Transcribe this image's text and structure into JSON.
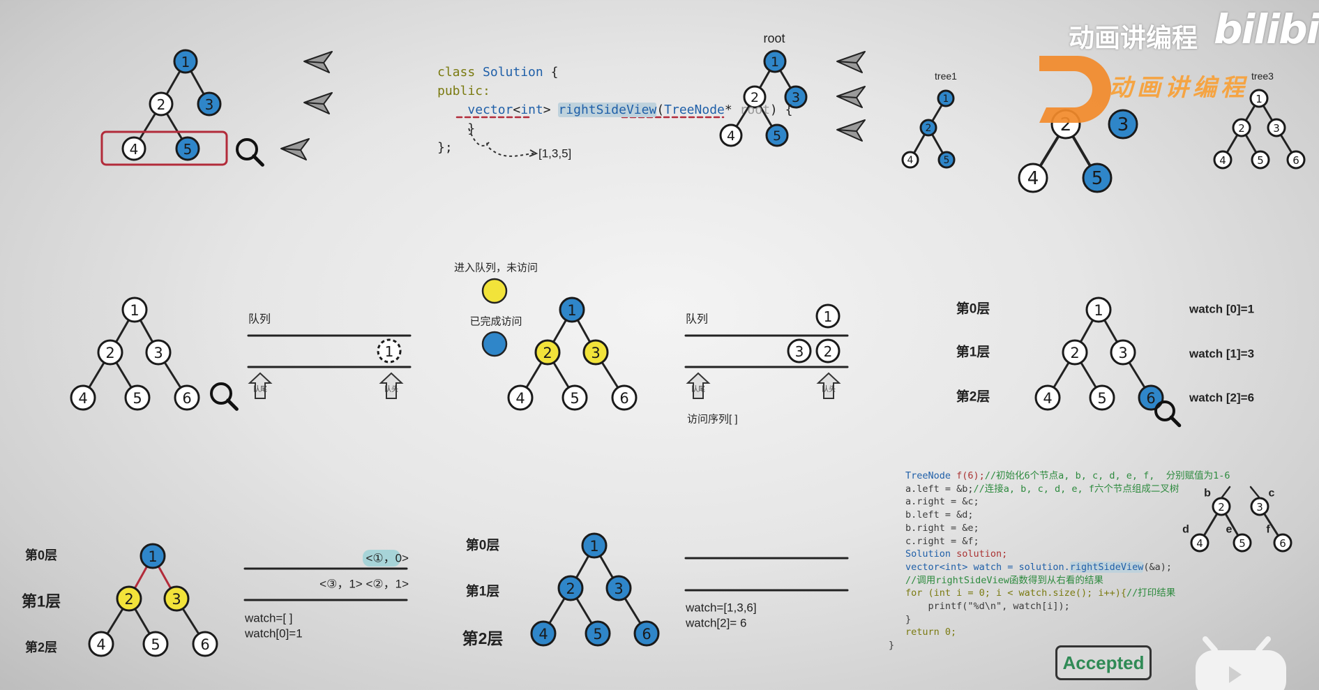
{
  "watermark": {
    "text": "动画讲编程",
    "logo": "bilibili",
    "logo_overlay": "动画讲编程"
  },
  "panel1": {
    "nodes": [
      "1",
      "3",
      "2",
      "4",
      "5"
    ],
    "icons": [
      "magnifier-icon",
      "paper-plane-icon"
    ]
  },
  "panel2": {
    "code": {
      "line1_kw": "class",
      "line1_name": "Solution",
      "line1_rest": " {",
      "line2": "public:",
      "line3_type": "vector",
      "line3_tpl_open": "<",
      "line3_tpl": "int",
      "line3_tpl_close": ">",
      "line3_fn": "rightSideView",
      "line3_paren": "(",
      "line3_ptype": "TreeNode",
      "line3_star": "*",
      "line3_param": " root",
      "line3_end": ") {",
      "line4": "}",
      "line5": "};"
    },
    "result": "[1,3,5]",
    "tree_label": "root",
    "tree_nodes": [
      "1",
      "2",
      "3",
      "4",
      "5"
    ]
  },
  "panel3": {
    "tree1_label": "tree1",
    "tree1_nodes": [
      "1",
      "2",
      "4",
      "5"
    ],
    "tree2_nodes": [
      "2",
      "3",
      "4",
      "5"
    ],
    "tree3_label": "tree3",
    "tree3_nodes": [
      "1",
      "2",
      "3",
      "4",
      "5",
      "6"
    ]
  },
  "panel4": {
    "nodes": [
      "1",
      "2",
      "3",
      "4",
      "5",
      "6"
    ],
    "queue_label": "队列",
    "queue_item": "1",
    "tail_label": "队尾",
    "head_label": "队头"
  },
  "panel5": {
    "legend_yellow": "进入队列，未访问",
    "legend_blue": "已完成访问",
    "nodes": [
      "1",
      "2",
      "3",
      "4",
      "5",
      "6"
    ]
  },
  "panel6": {
    "queue_label": "队列",
    "top_item": "1",
    "queue_items": [
      "3",
      "2"
    ],
    "visit_seq": "访问序列[ ]",
    "tail_label": "队尾",
    "head_label": "队头"
  },
  "panel7": {
    "levels": [
      "第0层",
      "第1层",
      "第2层"
    ],
    "nodes": [
      "1",
      "2",
      "3",
      "4",
      "5",
      "6"
    ],
    "watch": [
      "watch [0]=1",
      "watch [1]=3",
      "watch [2]=6"
    ]
  },
  "panel8": {
    "levels": [
      "第0层",
      "第1层",
      "第2层"
    ],
    "nodes": [
      "1",
      "2",
      "3",
      "4",
      "5",
      "6"
    ],
    "queue_top": "<①，0>",
    "queue_items": "<③，1> <②，1>",
    "watch_lines": [
      "watch=[ ]",
      "watch[0]=1"
    ]
  },
  "panel9": {
    "levels": [
      "第0层",
      "第1层",
      "第2层"
    ],
    "nodes": [
      "1",
      "2",
      "3",
      "4",
      "5",
      "6"
    ],
    "watch_lines": [
      "watch=[1,3,6]",
      "watch[2]= 6"
    ]
  },
  "panel10": {
    "code_lines": [
      {
        "a": "TreeNode ",
        "b": "f(6);",
        "c": "//初始化6个节点a, b, c, d, e, f,  分别赋值为1-6"
      },
      {
        "a": "a.left = &b;",
        "b": "",
        "c": "//连接a, b, c, d, e, f六个节点组成二叉树"
      },
      {
        "a": "a.right = &c;",
        "b": "",
        "c": ""
      },
      {
        "a": "b.left = &d;",
        "b": "",
        "c": ""
      },
      {
        "a": "b.right = &e;",
        "b": "",
        "c": ""
      },
      {
        "a": "c.right = &f;",
        "b": "",
        "c": ""
      },
      {
        "a": "Solution ",
        "b": "solution;",
        "c": ""
      },
      {
        "a": "vector<int> watch = solution.",
        "b": "rightSideView",
        "c": "(&a);"
      },
      {
        "a": "",
        "b": "",
        "c": "//调用rightSideView函数得到从右看的结果"
      },
      {
        "a": "for (int i = 0; i < watch.size(); i++){",
        "b": "",
        "c": "//打印结果"
      },
      {
        "a": "    printf(\"%d\\n\", watch[i]);",
        "b": "",
        "c": ""
      },
      {
        "a": "}",
        "b": "",
        "c": ""
      },
      {
        "a": "return 0;",
        "b": "",
        "c": ""
      }
    ],
    "closing_brace": "}",
    "tree_letters": [
      "b",
      "c",
      "d",
      "e",
      "f"
    ],
    "tree_nodes": [
      "2",
      "3",
      "4",
      "5",
      "6"
    ],
    "accepted": "Accepted"
  },
  "colors": {
    "blue": "#2f86c9",
    "yellow": "#f2e33a",
    "red": "#b22b3a",
    "green": "#2f8a55"
  }
}
